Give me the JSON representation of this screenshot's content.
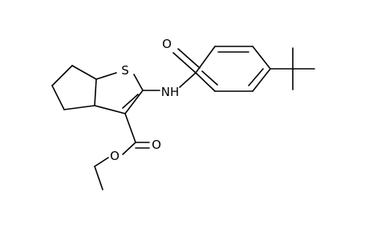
{
  "molecule": {
    "atom_labels": {
      "sulfur": "S",
      "amide_nh": "NH",
      "amide_oxygen": "O",
      "ester_carbonyl_oxygen": "O",
      "ester_ether_oxygen": "O"
    },
    "colors": {
      "bond": "#000000",
      "text": "#000000",
      "background": "#ffffff"
    }
  }
}
